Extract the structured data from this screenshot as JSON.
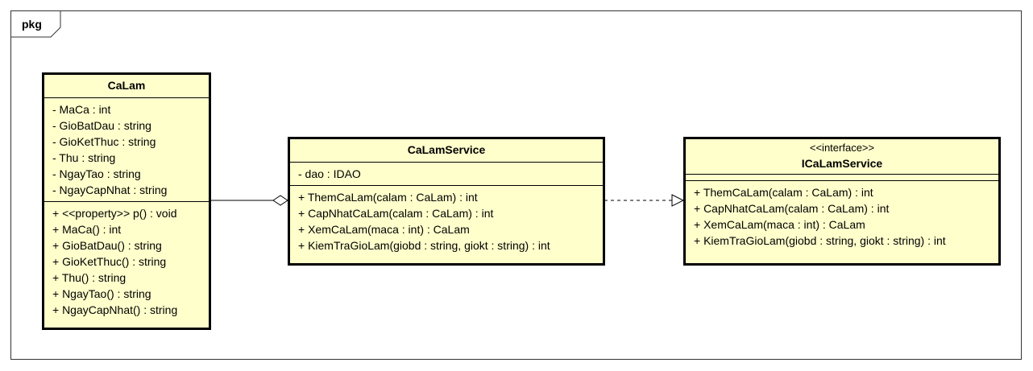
{
  "package": {
    "label": "pkg"
  },
  "classes": {
    "calam": {
      "name": "CaLam",
      "attributes": [
        "- MaCa : int",
        "- GioBatDau : string",
        "- GioKetThuc : string",
        "- Thu : string",
        "- NgayTao : string",
        "- NgayCapNhat : string"
      ],
      "operations": [
        "+ <<property>> p() : void",
        "+ MaCa() : int",
        "+ GioBatDau() : string",
        "+ GioKetThuc() : string",
        "+ Thu() : string",
        "+ NgayTao() : string",
        "+ NgayCapNhat() : string"
      ]
    },
    "calamservice": {
      "name": "CaLamService",
      "attributes": [
        "- dao : IDAO"
      ],
      "operations": [
        "+ ThemCaLam(calam : CaLam) : int",
        "+ CapNhatCaLam(calam : CaLam) : int",
        "+ XemCaLam(maca : int) : CaLam",
        "+ KiemTraGioLam(giobd : string, giokt : string) : int"
      ]
    },
    "icalamservice": {
      "stereotype": "<<interface>>",
      "name": "ICaLamService",
      "attributes": [],
      "operations": [
        "+ ThemCaLam(calam : CaLam) : int",
        "+ CapNhatCaLam(calam : CaLam) : int",
        "+ XemCaLam(maca : int) : CaLam",
        "+ KiemTraGioLam(giobd : string, giokt : string) : int"
      ]
    }
  },
  "colors": {
    "class_fill": "#ffffcc",
    "line": "#000000"
  }
}
